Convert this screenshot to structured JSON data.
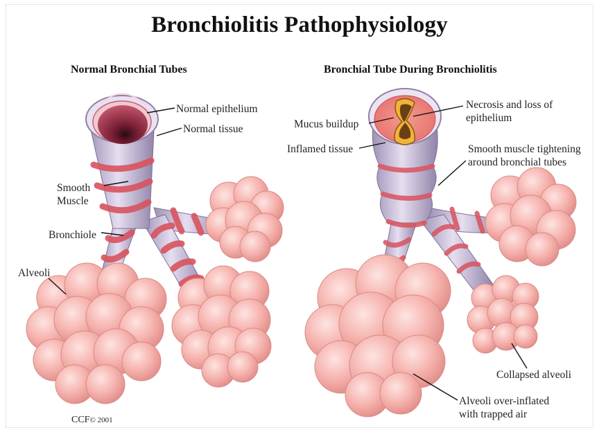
{
  "title": "Bronchiolitis Pathophysiology",
  "left_panel": {
    "heading": "Normal Bronchial Tubes",
    "labels": {
      "normal_epithelium": "Normal epithelium",
      "normal_tissue": "Normal tissue",
      "smooth_muscle": "Smooth\nMuscle",
      "bronchiole": "Bronchiole",
      "alveoli": "Alveoli"
    }
  },
  "right_panel": {
    "heading": "Bronchial Tube During Bronchiolitis",
    "labels": {
      "necrosis": "Necrosis and loss of\nepithelium",
      "mucus": "Mucus buildup",
      "inflamed": "Inflamed tissue",
      "smooth_muscle_tightening": "Smooth muscle tightening\naround bronchial tubes",
      "collapsed_alveoli": "Collapsed alveoli",
      "overinflated": "Alveoli over-inflated\nwith trapped air"
    }
  },
  "credit": {
    "main": "CCF",
    "suffix": "© 2001"
  },
  "colors": {
    "alveoli_fill": "#f7b8b4",
    "alveoli_edge": "#d98a86",
    "tube_fill": "#c9bfd6",
    "muscle_band": "#d9535e",
    "lumen": "#b03a55"
  }
}
